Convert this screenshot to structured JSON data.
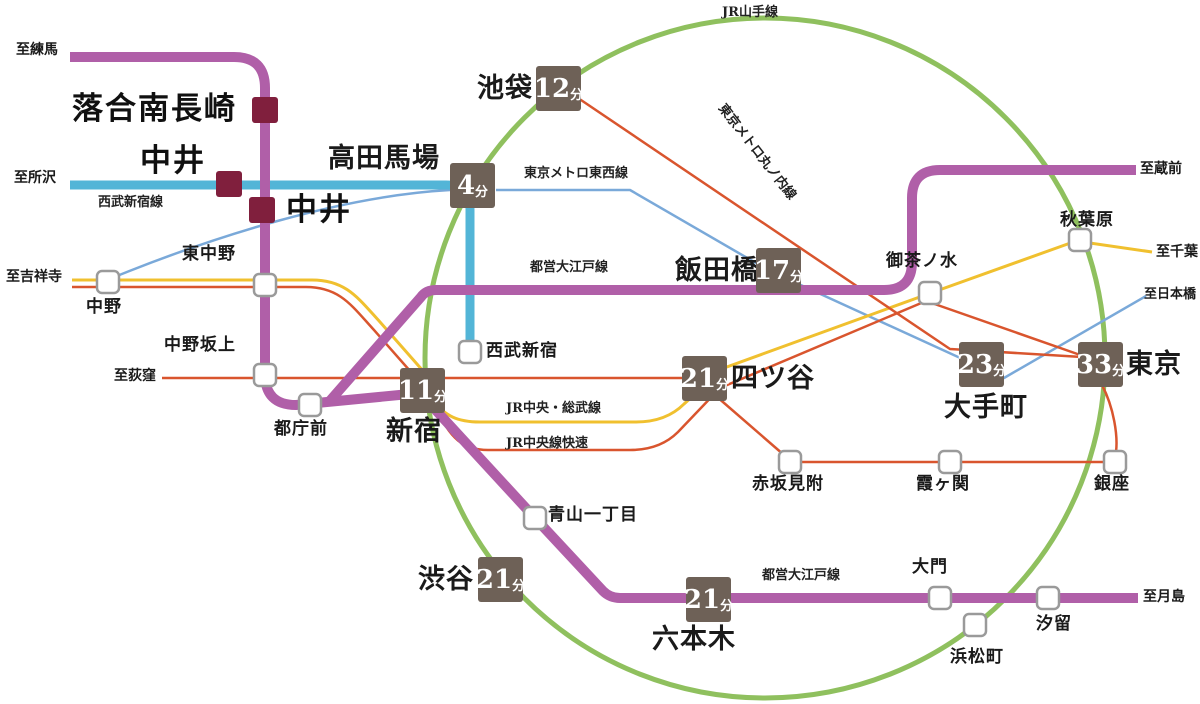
{
  "colors": {
    "badge_bg": "#6e6157",
    "badge_text": "#ffffff",
    "home_station_square": "#801f3d",
    "station_marker_border": "#9a9a9a",
    "oedo_purple": "#b05fa8",
    "seibu_cyan": "#53b5d7",
    "yamanote_green": "#8fc05e",
    "tozai_blue": "#7aa9d9",
    "sobu_yellow": "#f0c02f",
    "chuo_red": "#d9552e"
  },
  "lines": [
    {
      "name": "都営大江戸線",
      "color": "#b05fa8"
    },
    {
      "name": "西武新宿線",
      "color": "#53b5d7"
    },
    {
      "name": "JR山手線",
      "color": "#8fc05e"
    },
    {
      "name": "東京メトロ東西線",
      "color": "#7aa9d9"
    },
    {
      "name": "JR中央・総武線",
      "color": "#f0c02f"
    },
    {
      "name": "JR中央線快速",
      "color": "#d9552e"
    },
    {
      "name": "東京メトロ丸ノ内線",
      "color": "#d9552e"
    }
  ],
  "directions": [
    {
      "text": "至練馬"
    },
    {
      "text": "至所沢"
    },
    {
      "text": "至吉祥寺"
    },
    {
      "text": "至荻窪"
    },
    {
      "text": "至蔵前"
    },
    {
      "text": "至千葉"
    },
    {
      "text": "至日本橋"
    },
    {
      "text": "至月島"
    }
  ],
  "timed_stations": [
    {
      "name": "池袋",
      "time": "12",
      "unit": "分"
    },
    {
      "name": "高田馬場",
      "time": "4",
      "unit": "分"
    },
    {
      "name": "飯田橋",
      "time": "17",
      "unit": "分"
    },
    {
      "name": "四ツ谷",
      "time": "21",
      "unit": "分"
    },
    {
      "name": "大手町",
      "time": "23",
      "unit": "分"
    },
    {
      "name": "東京",
      "time": "33",
      "unit": "分"
    },
    {
      "name": "新宿",
      "time": "11",
      "unit": "分"
    },
    {
      "name": "渋谷",
      "time": "21",
      "unit": "分"
    },
    {
      "name": "六本木",
      "time": "21",
      "unit": "分"
    }
  ],
  "home_stations": [
    {
      "name": "落合南長崎"
    },
    {
      "name": "中井"
    },
    {
      "name": "中井"
    }
  ],
  "stations": [
    "東中野",
    "中野",
    "中野坂上",
    "都庁前",
    "西武新宿",
    "御茶ノ水",
    "秋葉原",
    "赤坂見附",
    "霞ヶ関",
    "銀座",
    "青山一丁目",
    "大門",
    "汐留",
    "浜松町"
  ]
}
